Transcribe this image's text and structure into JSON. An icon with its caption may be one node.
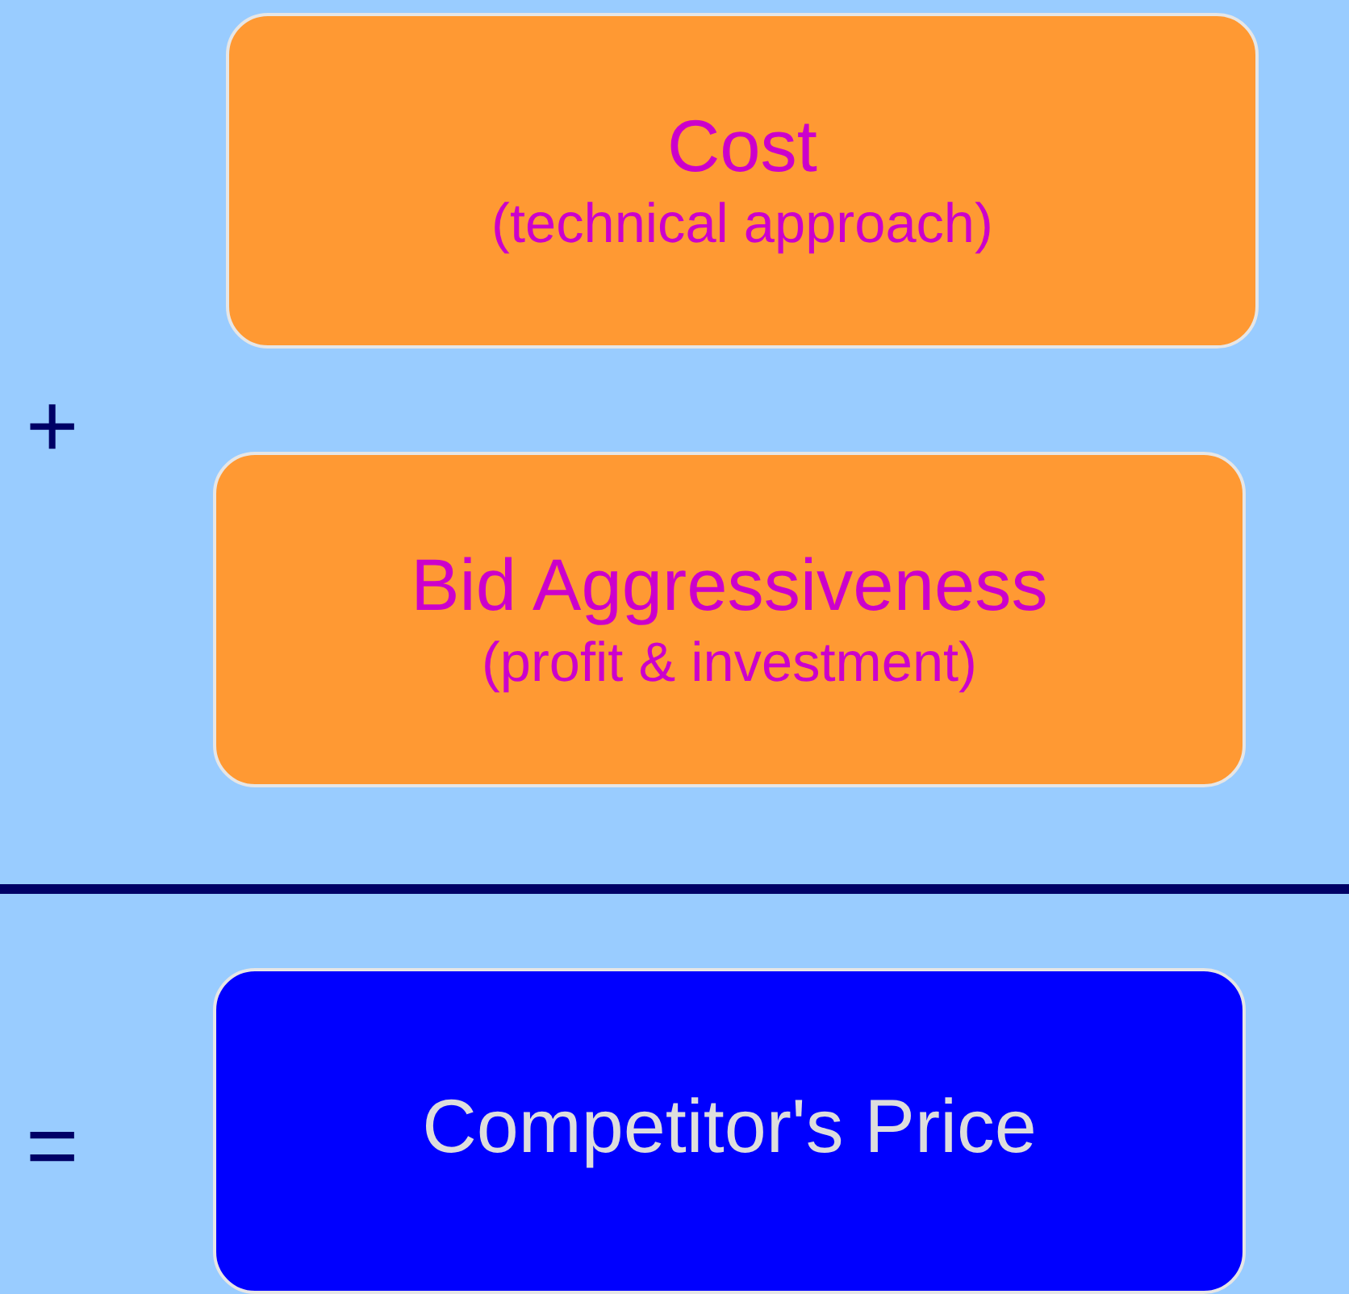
{
  "diagram": {
    "nodes": [
      {
        "text": [
          "Cost",
          "(technical approach)"
        ]
      },
      {
        "text": [
          "Bid Aggressiveness",
          "(profit & investment)"
        ]
      },
      {
        "text": [
          "Competitor's Price"
        ]
      }
    ],
    "labels": [
      "+",
      "="
    ]
  }
}
